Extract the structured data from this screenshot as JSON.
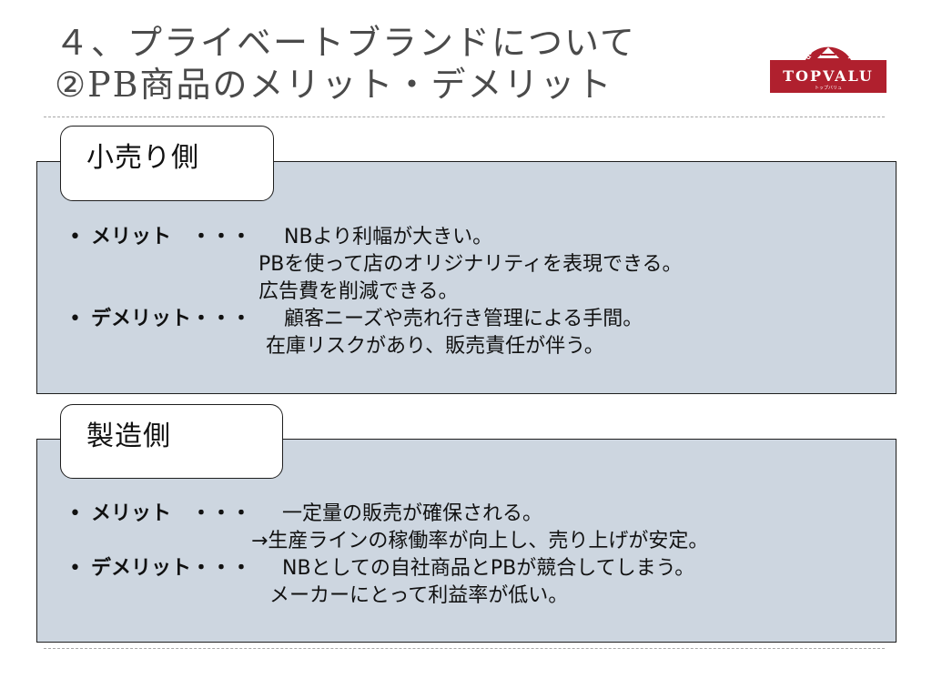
{
  "header": {
    "title_line1": "４、プライベートブランドについて",
    "title_line2": "②PB商品のメリット・デメリット",
    "logo": {
      "icon": "topvalu-logo",
      "arc_text": "QUALITY AND TRUST",
      "brand": "TOPVALU",
      "sub": "トップバリュ",
      "brand_color": "#b0202e"
    }
  },
  "sections": [
    {
      "label": "小売り側",
      "items": [
        {
          "bullet": "•",
          "key": "メリット　・・・",
          "lines": [
            "NBより利幅が大きい。",
            "PBを使って店のオリジナリティを表現できる。",
            "広告費を削減できる。"
          ]
        },
        {
          "bullet": "•",
          "key": "デメリット・・・",
          "lines": [
            "顧客ニーズや売れ行き管理による手間。",
            "在庫リスクがあり、販売責任が伴う。"
          ]
        }
      ]
    },
    {
      "label": "製造側",
      "items": [
        {
          "bullet": "•",
          "key": "メリット　・・・",
          "lines": [
            "一定量の販売が確保される。",
            "→生産ラインの稼働率が向上し、売り上げが安定。"
          ]
        },
        {
          "bullet": "•",
          "key": "デメリット・・・",
          "lines": [
            "NBとしての自社商品とPBが競合してしまう。",
            "メーカーにとって利益率が低い。"
          ]
        }
      ]
    }
  ],
  "colors": {
    "panel_fill": "#cdd6e0",
    "title_text": "#4a4a4a",
    "border": "#1e1e1e"
  }
}
